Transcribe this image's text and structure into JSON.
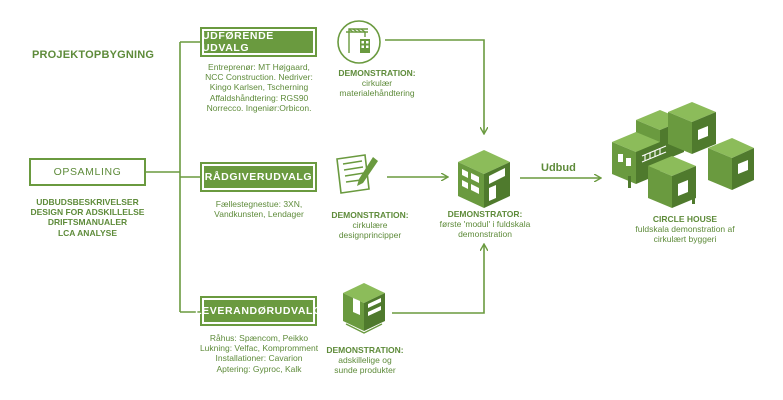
{
  "colors": {
    "accent": "#6a9a3f",
    "accent_dark": "#4f7a2d",
    "accent_light": "#8cbc5a"
  },
  "icons": [
    "crane-icon",
    "checklist-pencil-icon",
    "modules-stack-icon",
    "module-cube-icon",
    "circle-house-icon"
  ],
  "heading": "PROJEKTOPBYGNING",
  "opsamling": {
    "label": "OPSAMLING",
    "lines": [
      "UDBUDSBESKRIVELSER",
      "DESIGN FOR ADSKILLELSE",
      "DRIFTSMANUALER",
      "LCA ANALYSE"
    ]
  },
  "udforende": {
    "label": "UDFØRENDE UDVALG",
    "lines": [
      "Entreprenør: MT Højgaard,",
      "NCC Construction. Nedriver:",
      "Kingo Karlsen, Tscherning",
      "Affaldshåndtering: RGS90",
      "Norrecco. Ingeniør:Orbicon."
    ],
    "demo_title": "DEMONSTRATION:",
    "demo_lines": [
      "cirkulær",
      "materialehåndtering"
    ]
  },
  "radgiver": {
    "label": "RÅDGIVERUDVALG",
    "lines": [
      "Fællestegnestue: 3XN,",
      "Vandkunsten, Lendager"
    ],
    "demo_title": "DEMONSTRATION:",
    "demo_lines": [
      "cirkulære",
      "designprincipper"
    ]
  },
  "leverandor": {
    "label": "LEVERANDØRUDVALG",
    "lines": [
      "Råhus: Spæncom, Peikko",
      "Lukning: Velfac, Kompromment",
      "Installationer: Cavarion",
      "Aptering: Gyproc, Kalk"
    ],
    "demo_title": "DEMONSTRATION:",
    "demo_lines": [
      "adskillelige og",
      "sunde produkter"
    ]
  },
  "demonstrator": {
    "title": "DEMONSTRATOR:",
    "lines": [
      "første 'modul' i fuldskala",
      "demonstration"
    ]
  },
  "udbud_label": "Udbud",
  "circle_house": {
    "title": "CIRCLE HOUSE",
    "lines": [
      "fuldskala demonstration af",
      "cirkulært byggeri"
    ]
  }
}
